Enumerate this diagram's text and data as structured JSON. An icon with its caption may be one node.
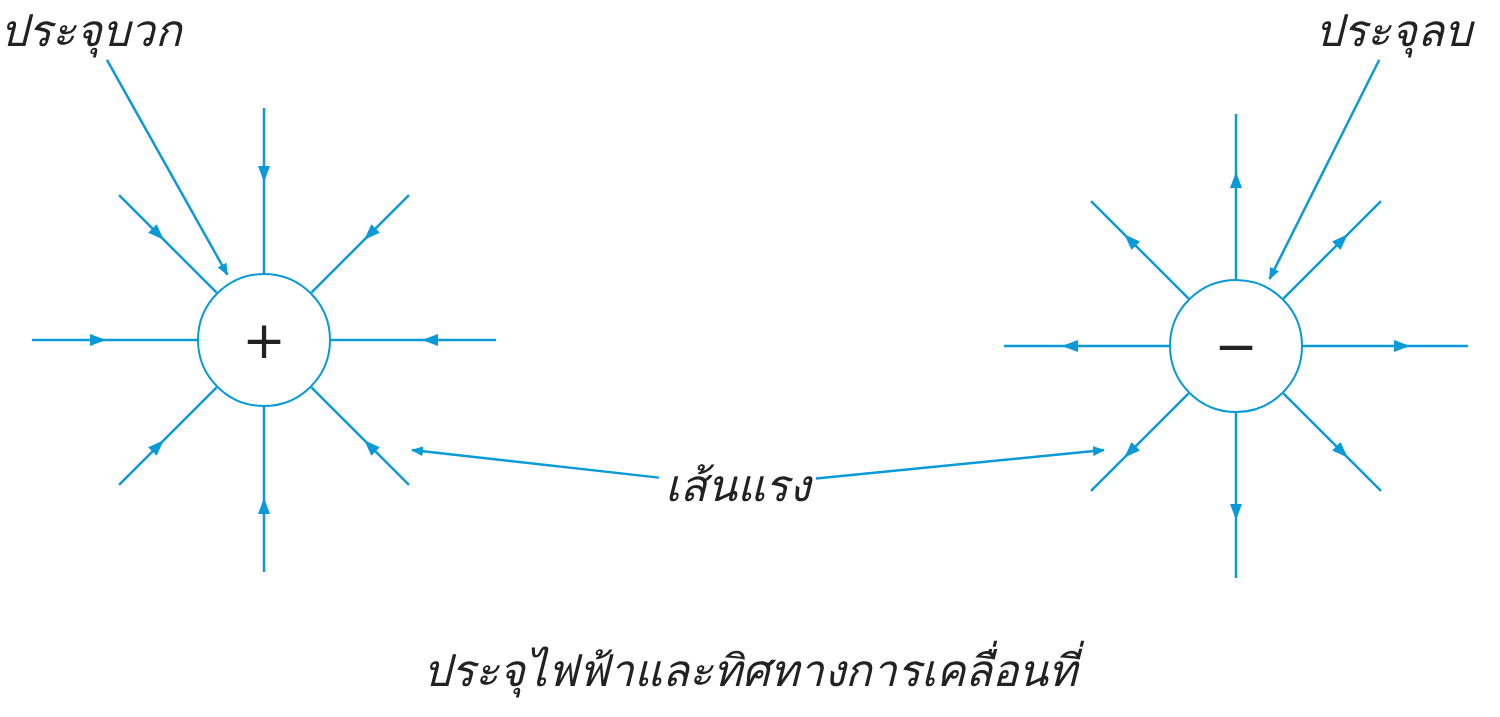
{
  "diagram": {
    "caption": "ประจุไฟฟ้าและทิศทางการเคลื่อนที่",
    "nodes": [
      {
        "text": [
          "ประจุบวก"
        ]
      },
      {
        "text": [
          "+"
        ]
      },
      {
        "text": [
          "ประจุลบ"
        ]
      },
      {
        "text": [
          "−"
        ]
      },
      {
        "text": [
          "เส้นแรง"
        ]
      },
      {
        "text": [],
        "shape": "line"
      },
      {
        "text": [],
        "shape": "line"
      }
    ],
    "edges": [
      {
        "from": 0,
        "to": 1,
        "arrow": "to"
      },
      {
        "from": 2,
        "to": 3,
        "arrow": "to"
      },
      {
        "from": 4,
        "to": 5,
        "arrow": "to"
      },
      {
        "from": 4,
        "to": 6,
        "arrow": "to"
      }
    ]
  }
}
